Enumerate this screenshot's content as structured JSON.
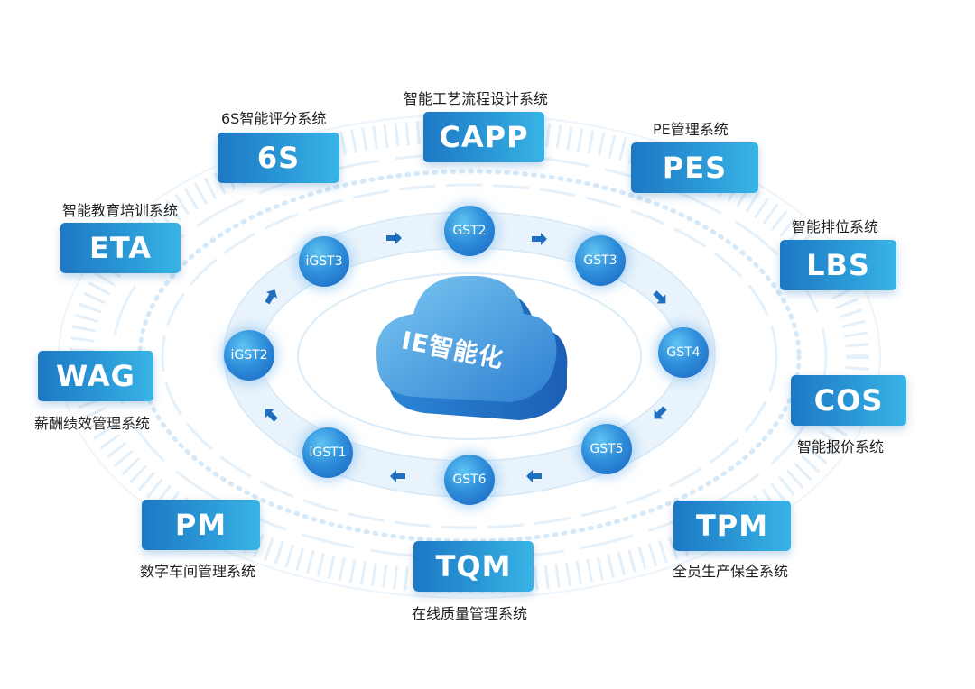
{
  "center": {
    "label": "IE智能化"
  },
  "systems": {
    "capp": {
      "code": "CAPP",
      "caption": "智能工艺流程设计系统"
    },
    "s6": {
      "code": "6S",
      "caption": "6S智能评分系统"
    },
    "pes": {
      "code": "PES",
      "caption": "PE管理系统"
    },
    "eta": {
      "code": "ETA",
      "caption": "智能教育培训系统"
    },
    "lbs": {
      "code": "LBS",
      "caption": "智能排位系统"
    },
    "wag": {
      "code": "WAG",
      "caption": "薪酬绩效管理系统"
    },
    "cos": {
      "code": "COS",
      "caption": "智能报价系统"
    },
    "pm": {
      "code": "PM",
      "caption": "数字车间管理系统"
    },
    "tpm": {
      "code": "TPM",
      "caption": "全员生产保全系统"
    },
    "tqm": {
      "code": "TQM",
      "caption": "在线质量管理系统"
    }
  },
  "cycle": {
    "gst2": "GST2",
    "gst3": "GST3",
    "gst4": "GST4",
    "gst5": "GST5",
    "gst6": "GST6",
    "igst1": "iGST1",
    "igst2": "iGST2",
    "igst3": "iGST3"
  },
  "colors": {
    "box_start": "#1d78c4",
    "box_end": "#39b4e6",
    "node": "#2f8fdb",
    "ring": "#cfe6f8",
    "arrow": "#1f6fc0"
  }
}
